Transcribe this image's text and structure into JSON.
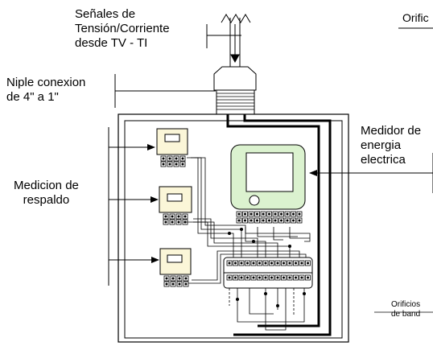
{
  "labels": {
    "senales": "Señales de\nTensión/Corriente\ndesde TV - TI",
    "orificio_top": "Orific",
    "niple": "Niple conexion\nde 4\" a 1\"",
    "medidor": "Medidor de\nenergia\nelectrica",
    "medicion": "Medicion de\nrespaldo",
    "orificios_bottom": "Orificios\nde band"
  },
  "colors": {
    "line": "#000000",
    "backup_meter_fill": "#fbf6d8",
    "main_meter_fill": "#dbf2cf",
    "background": "#ffffff"
  }
}
